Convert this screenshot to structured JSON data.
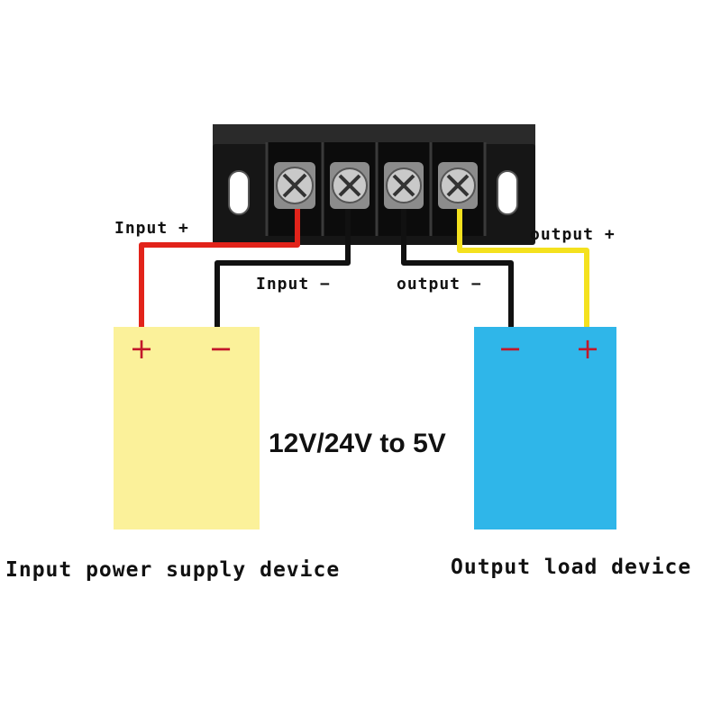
{
  "labels": {
    "input_plus": "Input +",
    "input_minus": "Input −",
    "output_minus": "output −",
    "output_plus": "output +",
    "conversion": "12V/24V to 5V",
    "input_device": "Input power supply device",
    "output_device": "Output load device"
  },
  "terminals": {
    "plus": "+",
    "minus": "−"
  },
  "colors": {
    "module_body": "#1c1c1c",
    "wire_positive_in": "#e2231a",
    "wire_negative": "#111111",
    "wire_positive_out": "#f4e11e",
    "input_device": "#fbf19a",
    "output_device": "#2fb6e9",
    "terminal_sign": "#c2182b"
  }
}
